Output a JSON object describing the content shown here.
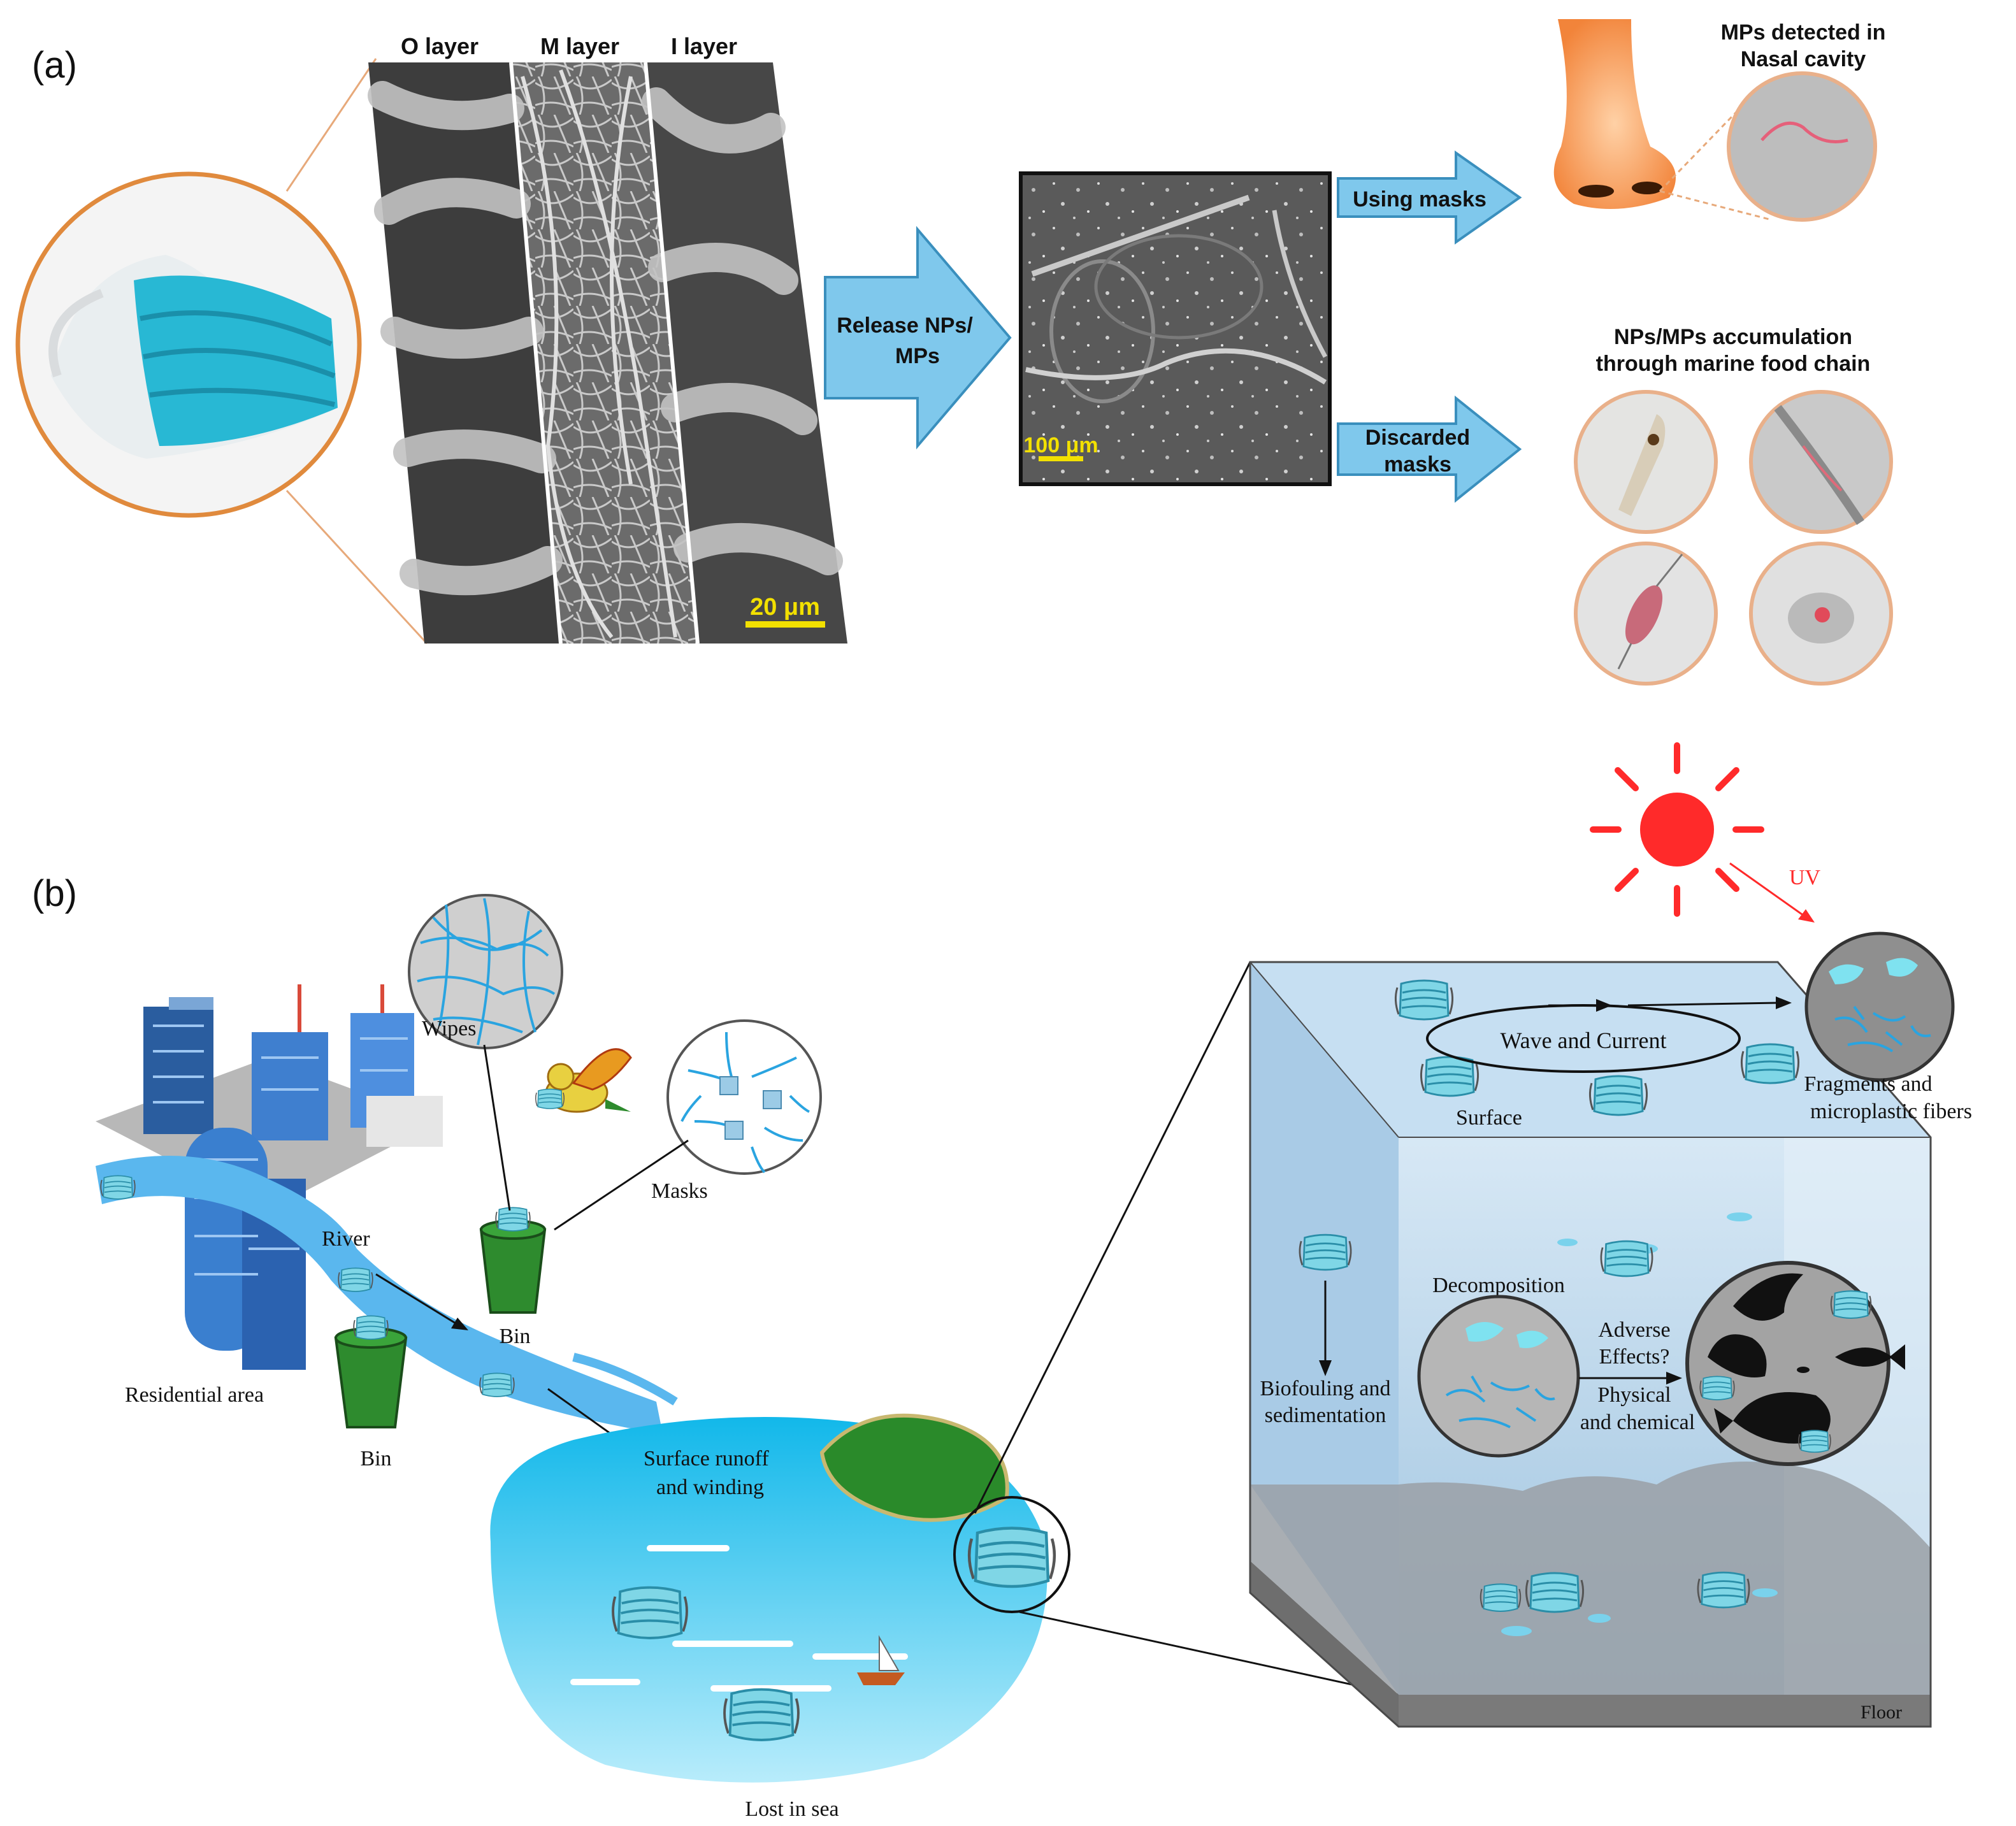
{
  "panel_a": {
    "label": "(a)",
    "layer_labels": [
      "O layer",
      "M layer",
      "I layer"
    ],
    "sem_scale": "20 μm",
    "release_arrow": [
      "Release NPs/",
      "MPs"
    ],
    "center_scale": "100 μm",
    "using_arrow": "Using masks",
    "discarded_arrow": [
      "Discarded",
      "masks"
    ],
    "nasal_title": [
      "MPs detected in",
      "Nasal cavity"
    ],
    "marine_title": [
      "NPs/MPs accumulation",
      "through marine food chain"
    ]
  },
  "panel_b": {
    "label": "(b)",
    "wipes": "Wipes",
    "masks": "Masks",
    "river": "River",
    "bin_1": "Bin",
    "bin_2": "Bin",
    "residential": "Residential area",
    "runoff": [
      "Surface runoff",
      "and winding"
    ],
    "lost": "Lost in sea",
    "uv": "UV",
    "wave": "Wave and Current",
    "surface": "Surface",
    "fragments": [
      "Fragments and",
      "microplastic fibers"
    ],
    "decomposition": "Decomposition",
    "biofouling": [
      "Biofouling and",
      "sedimentation"
    ],
    "adverse": [
      "Adverse",
      "Effects?"
    ],
    "physical": [
      "Physical",
      "and chemical"
    ],
    "floor": "Floor"
  },
  "colors": {
    "arrow_fill": "#7fc8ec",
    "mask_blue": "#2bb7d6",
    "water": "#1ec3ee",
    "bin_green": "#2e8b2e",
    "sun_red": "#ff2a2a",
    "tank_blue": "#b7d6ec"
  }
}
